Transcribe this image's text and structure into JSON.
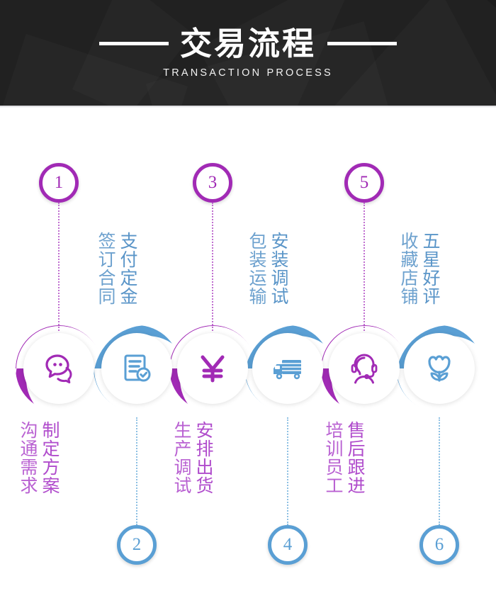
{
  "header": {
    "title_cn": "交易流程",
    "title_en": "TRANSACTION PROCESS",
    "background_color": "#1c1c1c",
    "text_color": "#ffffff"
  },
  "theme": {
    "purple": "#a12ab5",
    "purple_light": "#b04ccc",
    "blue": "#5a9fd4",
    "blue_light": "#5a95c8",
    "page_background": "#ffffff"
  },
  "steps": [
    {
      "number": "1",
      "color": "purple",
      "badge_position": "top",
      "labels_position": "lower",
      "icon": "speech-bubbles-icon",
      "label_primary": "制定方案",
      "label_secondary": "沟通需求"
    },
    {
      "number": "2",
      "color": "blue",
      "badge_position": "bottom",
      "labels_position": "upper",
      "icon": "document-check-icon",
      "label_primary": "支付定金",
      "label_secondary": "签订合同"
    },
    {
      "number": "3",
      "color": "purple",
      "badge_position": "top",
      "labels_position": "lower",
      "icon": "yuan-currency-icon",
      "label_primary": "安排出货",
      "label_secondary": "生产调试"
    },
    {
      "number": "4",
      "color": "blue",
      "badge_position": "bottom",
      "labels_position": "upper",
      "icon": "delivery-truck-icon",
      "label_primary": "安装调试",
      "label_secondary": "包装运输"
    },
    {
      "number": "5",
      "color": "purple",
      "badge_position": "top",
      "labels_position": "lower",
      "icon": "headset-support-icon",
      "label_primary": "售后跟进",
      "label_secondary": "培训员工"
    },
    {
      "number": "6",
      "color": "blue",
      "badge_position": "bottom",
      "labels_position": "upper",
      "icon": "tulip-flower-icon",
      "label_primary": "五星好评",
      "label_secondary": "收藏店铺"
    }
  ]
}
